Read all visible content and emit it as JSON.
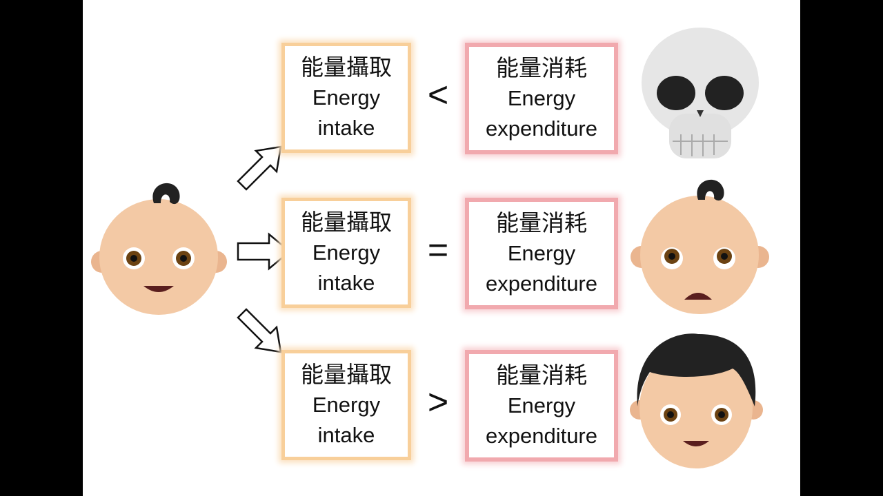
{
  "rows": [
    {
      "intake_zh": "能量攝取",
      "intake_en1": "Energy",
      "intake_en2": "intake",
      "operator": "<",
      "exp_zh": "能量消耗",
      "exp_en1": "Energy",
      "exp_en2": "expenditure",
      "outcome_icon": "skull-emoji"
    },
    {
      "intake_zh": "能量攝取",
      "intake_en1": "Energy",
      "intake_en2": "intake",
      "operator": "=",
      "exp_zh": "能量消耗",
      "exp_en1": "Energy",
      "exp_en2": "expenditure",
      "outcome_icon": "worried-baby-emoji"
    },
    {
      "intake_zh": "能量攝取",
      "intake_en1": "Energy",
      "intake_en2": "intake",
      "operator": ">",
      "exp_zh": "能量消耗",
      "exp_en1": "Energy",
      "exp_en2": "expenditure",
      "outcome_icon": "boy-emoji"
    }
  ],
  "colors": {
    "intake_border": "#f8cf9a",
    "expenditure_border": "#f1a9ae",
    "skin": "#f3c9a5"
  }
}
